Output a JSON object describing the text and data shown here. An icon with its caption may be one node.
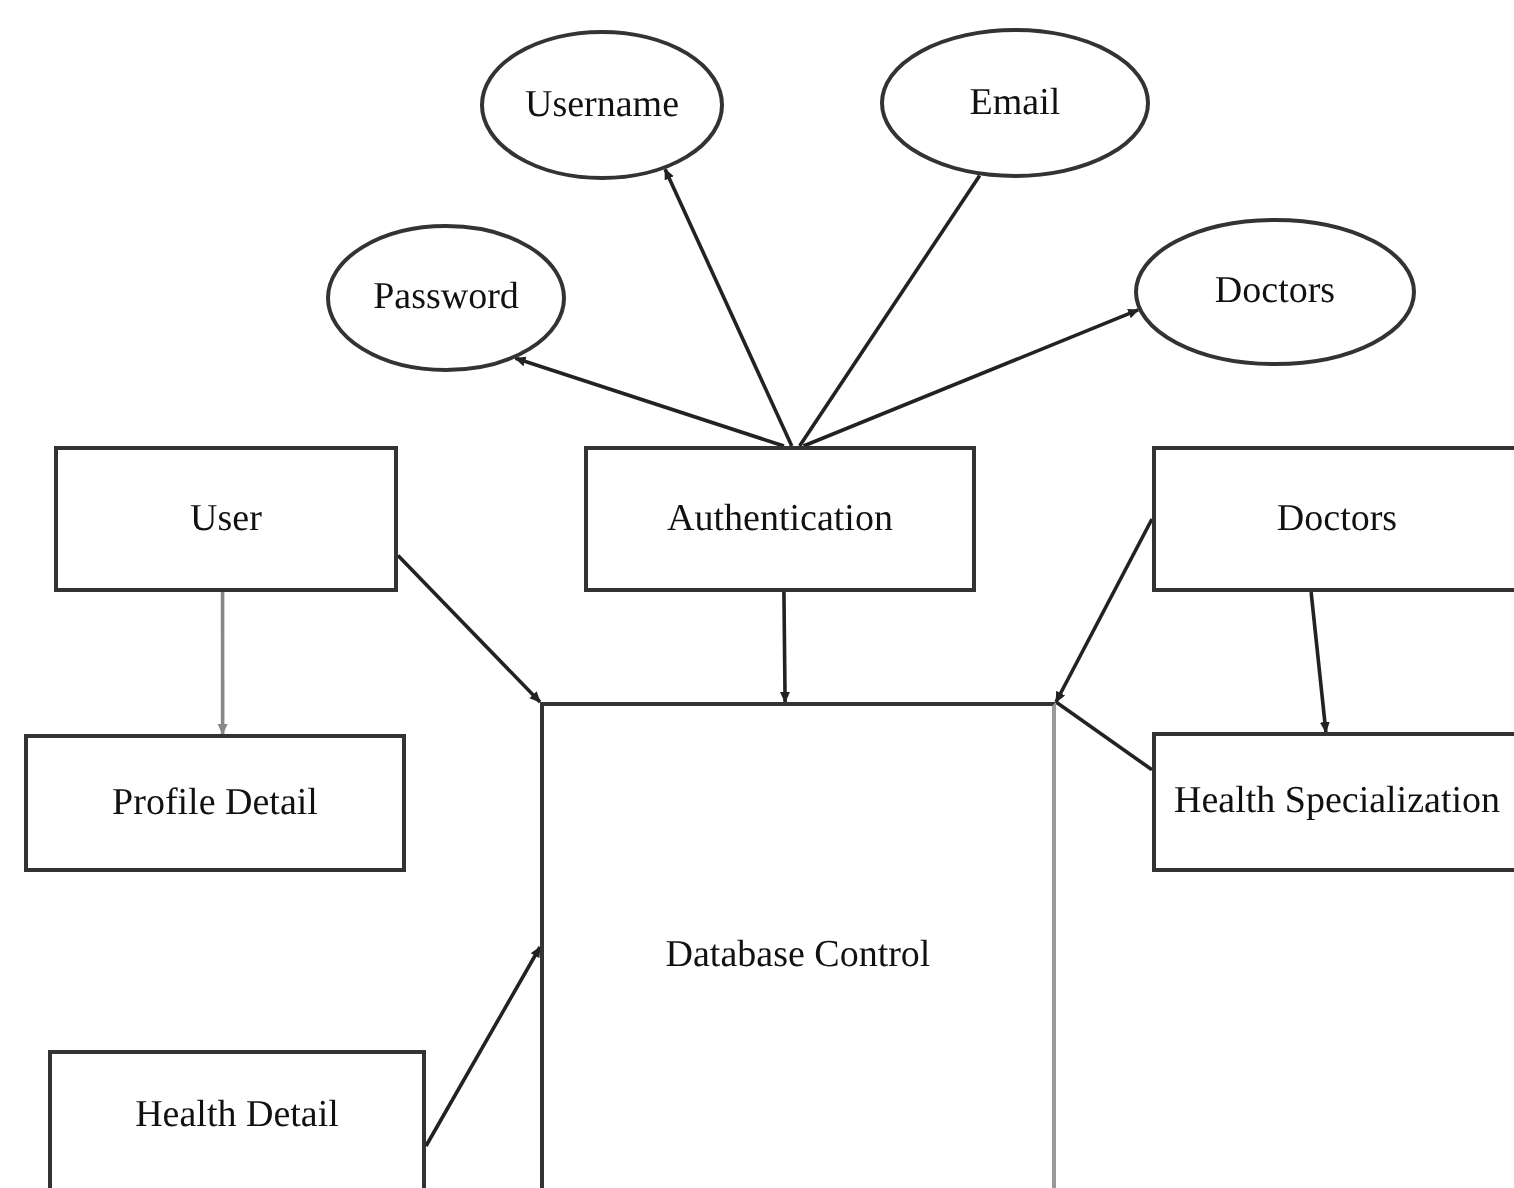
{
  "diagram": {
    "nodes": [
      {
        "text": [
          "Username"
        ]
      },
      {
        "text": [
          "Email"
        ]
      },
      {
        "text": [
          "Password"
        ]
      },
      {
        "text": [
          "Doctors"
        ]
      },
      {
        "text": [
          "User"
        ]
      },
      {
        "text": [
          "Authentication"
        ]
      },
      {
        "text": [
          "Doctors"
        ]
      },
      {
        "text": [
          "Profile Detail"
        ]
      },
      {
        "text": [
          "Database Control"
        ]
      },
      {
        "text": [
          "Health Specialization"
        ]
      },
      {
        "text": [
          "Health Detail"
        ]
      }
    ],
    "edges": [
      {
        "from": 5,
        "to": 2,
        "arrow": "to"
      },
      {
        "from": 5,
        "to": 0,
        "arrow": "to"
      },
      {
        "from": 5,
        "to": 1,
        "arrow": "none"
      },
      {
        "from": 5,
        "to": 3,
        "arrow": "to"
      },
      {
        "from": 4,
        "to": 8,
        "arrow": "to"
      },
      {
        "from": 5,
        "to": 8,
        "arrow": "to"
      },
      {
        "from": 6,
        "to": 8,
        "arrow": "to"
      },
      {
        "from": 4,
        "to": 7,
        "arrow": "to",
        "color": "#888888"
      },
      {
        "from": 6,
        "to": 9,
        "arrow": "to"
      },
      {
        "from": 8,
        "to": 9,
        "arrow": "none"
      },
      {
        "from": 10,
        "to": 8,
        "arrow": "to"
      }
    ]
  }
}
